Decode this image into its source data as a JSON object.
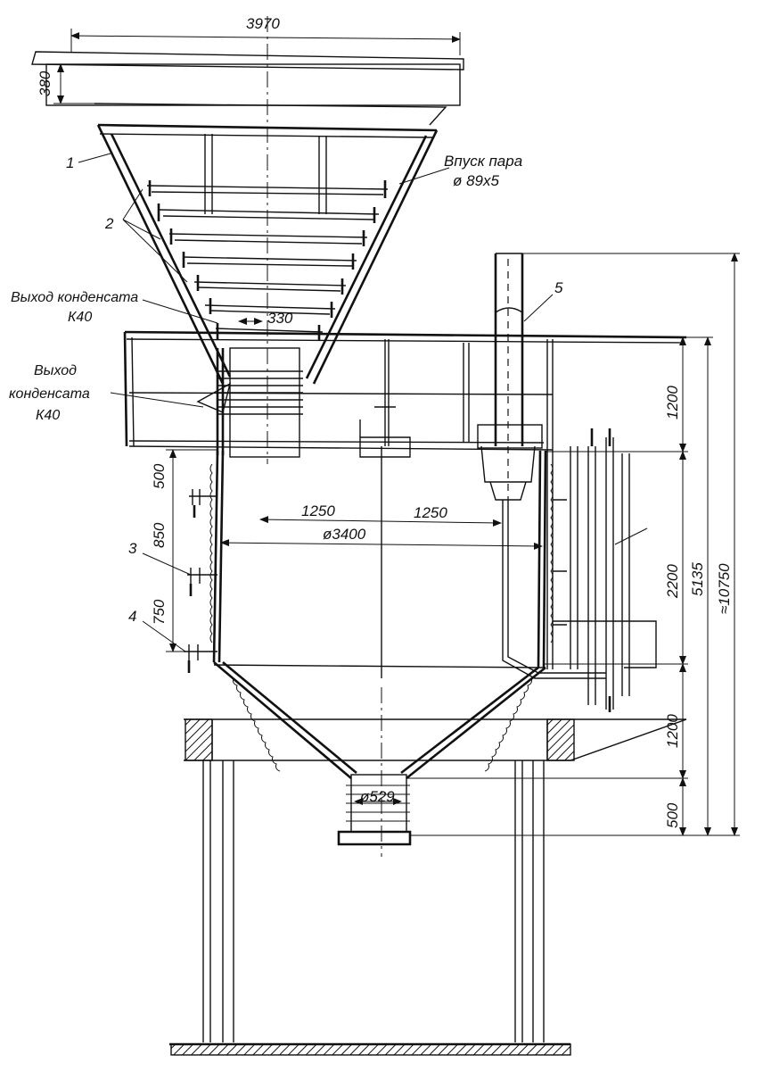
{
  "dimensions": {
    "top_width": "3970",
    "top_height": "380",
    "inlet_pipe_width": "330",
    "radius_left": "1250",
    "radius_right": "1250",
    "diameter": "ø3400",
    "level_500_top": "500",
    "level_850": "850",
    "level_750": "750",
    "right_1200_top": "1200",
    "right_2200": "2200",
    "right_1200_bottom": "1200",
    "right_500": "500",
    "overall_5135": "5135",
    "overall_10750": "≈10750",
    "outlet_diameter": "ø529"
  },
  "labels": {
    "steam_inlet": "Впуск пара",
    "steam_inlet_size": "ø 89x5",
    "condensate_out_1_line1": "Выход конденсата",
    "condensate_out_1_line2": "К40",
    "condensate_out_2_line1": "Выход",
    "condensate_out_2_line2": "конденсата",
    "condensate_out_2_line3": "К40"
  },
  "callouts": [
    "1",
    "2",
    "3",
    "4",
    "5"
  ]
}
